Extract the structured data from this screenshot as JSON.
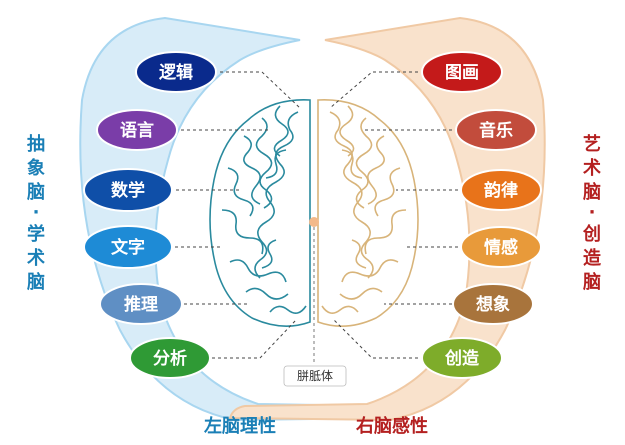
{
  "left": {
    "side_title": [
      "抽",
      "象",
      "脑",
      "·",
      "学",
      "术",
      "脑"
    ],
    "footer": "左脑理性",
    "items": [
      {
        "label": "逻辑",
        "color": "#0a2a8c"
      },
      {
        "label": "语言",
        "color": "#7a3da8"
      },
      {
        "label": "数学",
        "color": "#0f4fa8"
      },
      {
        "label": "文字",
        "color": "#1e8bd6"
      },
      {
        "label": "推理",
        "color": "#5f8fc4"
      },
      {
        "label": "分析",
        "color": "#2f9a35"
      }
    ],
    "panel_color": "#d8ecf8",
    "title_color": "#1a7fb6"
  },
  "right": {
    "side_title": [
      "艺",
      "术",
      "脑",
      "·",
      "创",
      "造",
      "脑"
    ],
    "footer": "右脑感性",
    "items": [
      {
        "label": "图画",
        "color": "#c41a1a"
      },
      {
        "label": "音乐",
        "color": "#c24c3c"
      },
      {
        "label": "韵律",
        "color": "#e8731a"
      },
      {
        "label": "情感",
        "color": "#e89a3a"
      },
      {
        "label": "想象",
        "color": "#a8743c"
      },
      {
        "label": "创造",
        "color": "#7eac2a"
      }
    ],
    "panel_color": "#f9e2cc",
    "title_color": "#b42020"
  },
  "center": {
    "label": "胼胝体"
  }
}
